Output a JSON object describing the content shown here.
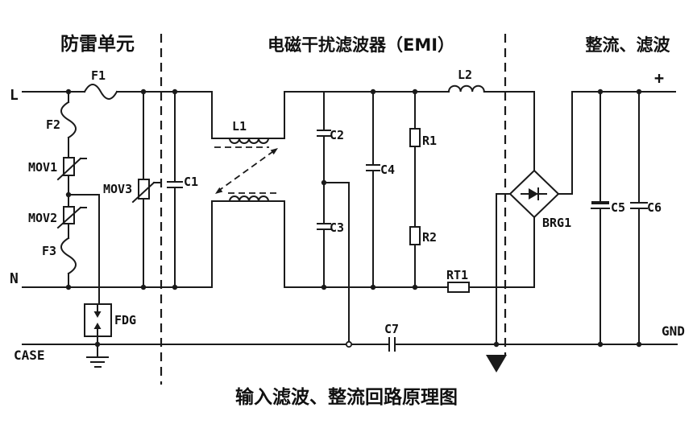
{
  "sections": {
    "lightning": "防雷单元",
    "emi": "电磁干扰滤波器（EMI）",
    "rectify": "整流、滤波"
  },
  "caption": "输入滤波、整流回路原理图",
  "terminals": {
    "line": "L",
    "neutral": "N",
    "case": "CASE",
    "positive": "+",
    "ground": "GND"
  },
  "components": {
    "f1": "F1",
    "f2": "F2",
    "f3": "F3",
    "mov1": "MOV1",
    "mov2": "MOV2",
    "mov3": "MOV3",
    "fdg": "FDG",
    "c1": "C1",
    "c2": "C2",
    "c3": "C3",
    "c4": "C4",
    "c5": "C5",
    "c6": "C6",
    "c7": "C7",
    "r1": "R1",
    "r2": "R2",
    "rt1": "RT1",
    "l1": "L1",
    "l2": "L2",
    "brg1": "BRG1"
  },
  "colors": {
    "wire": "#1a1a1a",
    "background": "#ffffff",
    "text": "#111111"
  }
}
